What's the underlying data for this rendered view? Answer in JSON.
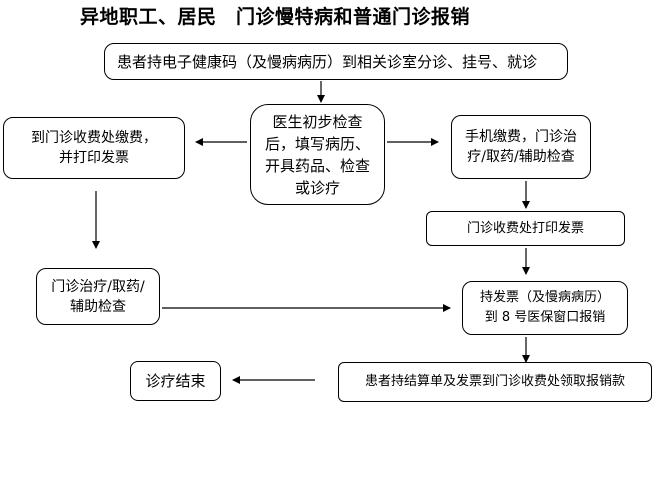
{
  "title": "异地职工、居民　门诊慢特病和普通门诊报销",
  "nodes": {
    "registration": "患者持电子健康码（及慢病病历）到相关诊室分诊、挂号、就诊",
    "doctor": [
      "医生初步检查",
      "后，填写病历、",
      "开具药品、检查",
      "或诊疗"
    ],
    "cashier_pay": [
      "到门诊收费处缴费，",
      "并打印发票"
    ],
    "mobile_pay": [
      "手机缴费，门诊治",
      "疗/取药/辅助检查"
    ],
    "print_invoice": "门诊收费处打印发票",
    "treatment": [
      "门诊治疗/取药/",
      "辅助检查"
    ],
    "reimburse_window": [
      "持发票（及慢病病历）",
      "到 8 号医保窗口报销"
    ],
    "settlement": "患者持结算单及发票到门诊收费处领取报销款",
    "end": "诊疗结束"
  }
}
